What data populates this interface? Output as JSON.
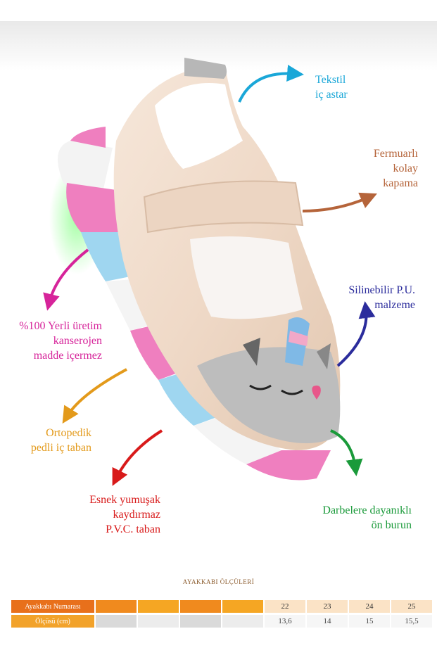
{
  "labels": {
    "lining": "Tekstil\niç astar",
    "closure": "Fermuarlı\nkolay\nkapama",
    "material": "Silinebilir P.U.\nmalzeme",
    "origin": "%100 Yerli üretim\nkanserojen\nmadde içermez",
    "insole": "Ortopedik\npedli iç taban",
    "sole": "Esnek yumuşak\nkaydırmaz\nP.V.C. taban",
    "toe": "Darbelere dayanıklı\nön burun"
  },
  "colors": {
    "lining": "#1aa7d8",
    "closure": "#b5643a",
    "material": "#2b2c9c",
    "origin": "#d6249a",
    "insole": "#e39a1b",
    "sole": "#d81a1a",
    "toe": "#1a9a3a"
  },
  "size_table": {
    "title": "AYAKKABI ÖLÇÜLERİ",
    "row1_header": "Ayakkabı Numarası",
    "row2_header": "Ölçüsü (cm)",
    "sizes": [
      "22",
      "23",
      "24",
      "25"
    ],
    "lengths": [
      "13,6",
      "14",
      "15",
      "15,5"
    ]
  }
}
